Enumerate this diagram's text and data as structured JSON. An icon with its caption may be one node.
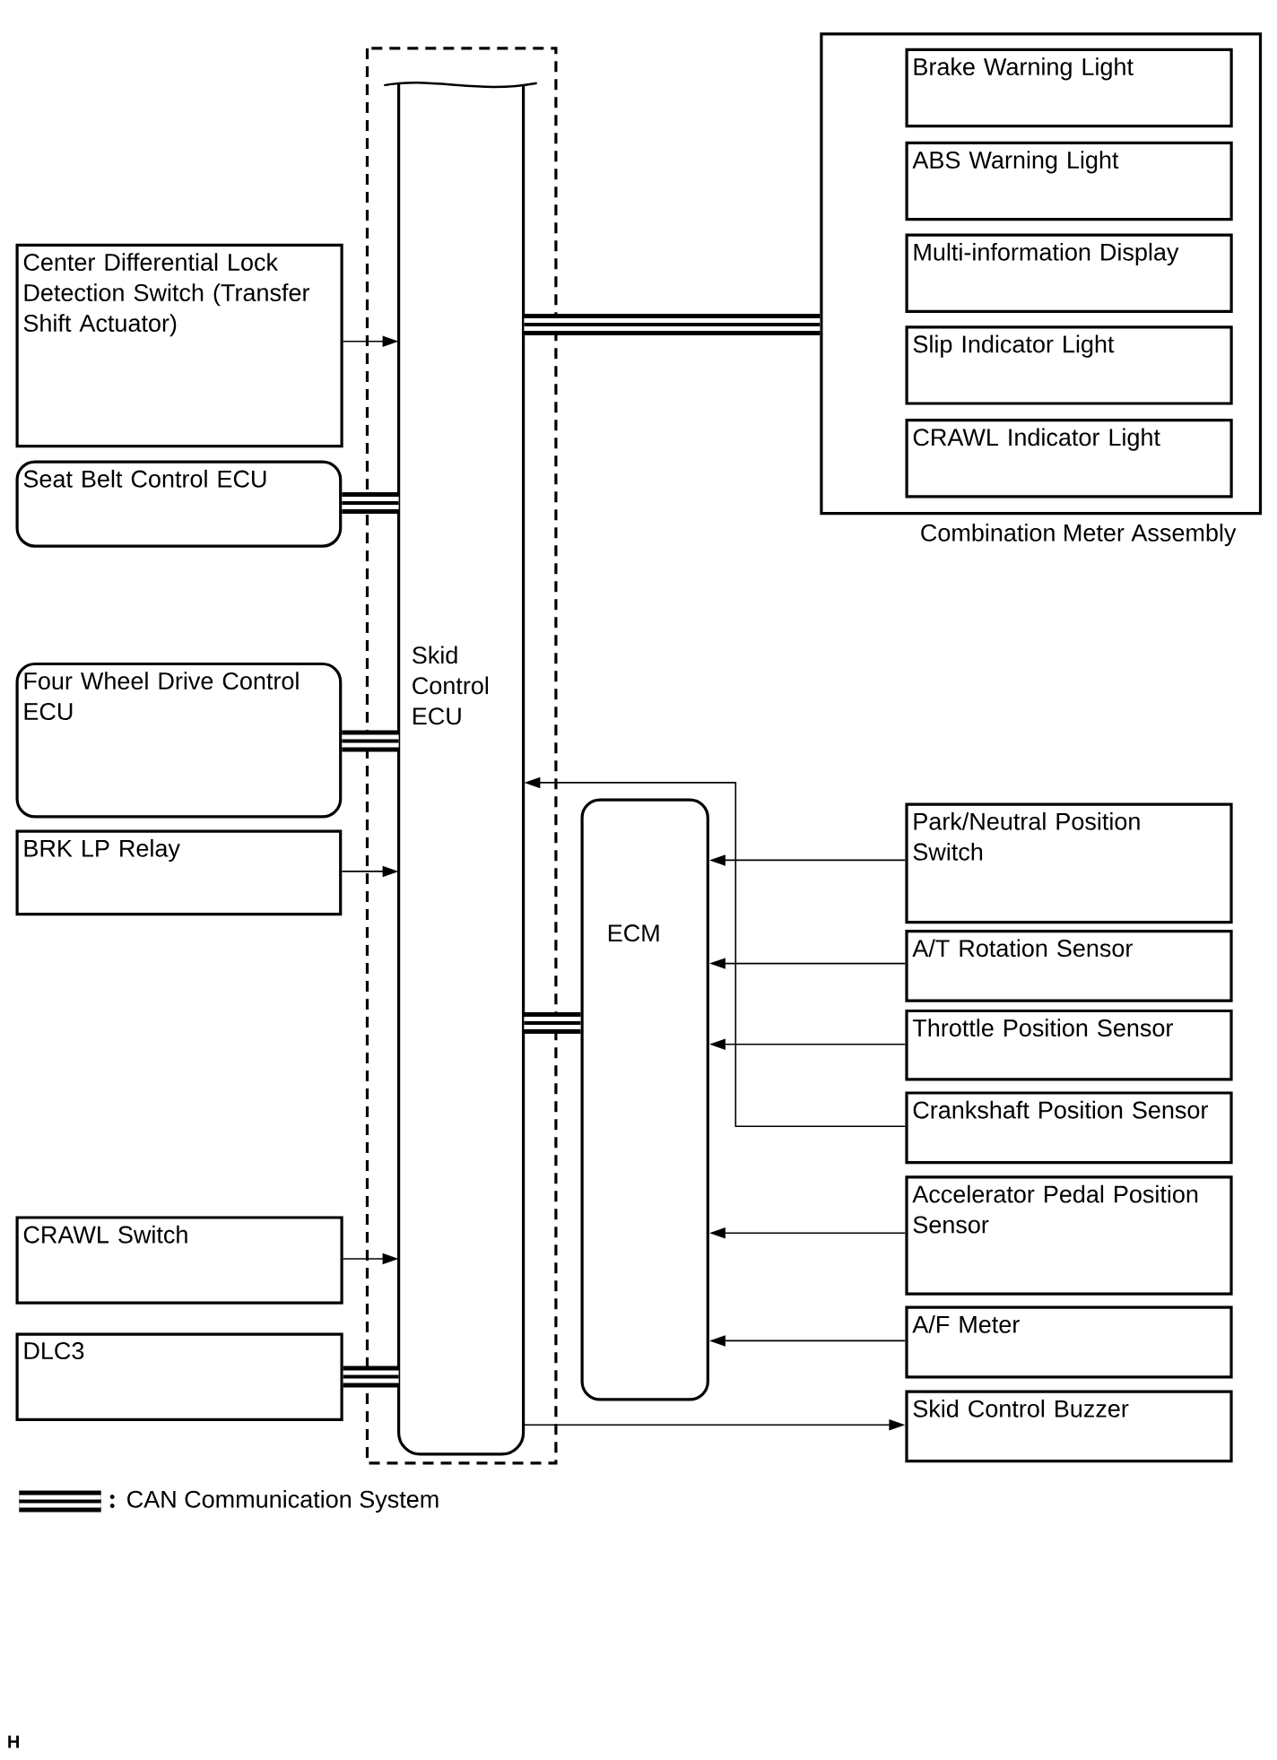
{
  "diagram": {
    "nodes": [
      {
        "text": [
          "Skid Control ECU"
        ]
      },
      {
        "text": [
          "Combination Meter Assembly"
        ]
      },
      {
        "text": [
          "Brake Warning Light"
        ],
        "in": 1
      },
      {
        "text": [
          "ABS Warning Light"
        ],
        "in": 1
      },
      {
        "text": [
          "Multi-information Display"
        ],
        "in": 1
      },
      {
        "text": [
          "Slip Indicator Light"
        ],
        "in": 1
      },
      {
        "text": [
          "CRAWL Indicator Light"
        ],
        "in": 1
      },
      {
        "text": [
          "Center Differential Lock Detection Switch (Transfer Shift Actuator)"
        ]
      },
      {
        "text": [
          "Seat Belt Control ECU"
        ]
      },
      {
        "text": [
          "Four Wheel Drive Control ECU"
        ]
      },
      {
        "text": [
          "BRK LP Relay"
        ]
      },
      {
        "text": [
          "CRAWL Switch"
        ]
      },
      {
        "text": [
          "DLC3"
        ]
      },
      {
        "text": [
          "ECM"
        ]
      },
      {
        "text": [
          "Park/Neutral Position Switch"
        ]
      },
      {
        "text": [
          "A/T Rotation Sensor"
        ]
      },
      {
        "text": [
          "Throttle Position Sensor"
        ]
      },
      {
        "text": [
          "Crankshaft Position Sensor"
        ]
      },
      {
        "text": [
          "Accelerator Pedal Position Sensor"
        ]
      },
      {
        "text": [
          "A/F Meter"
        ]
      },
      {
        "text": [
          "Skid Control Buzzer"
        ]
      }
    ],
    "edges": [
      {
        "from": 0,
        "to": 1,
        "arrow": "none",
        "style": "thick"
      },
      {
        "from": 7,
        "to": 0,
        "arrow": "to"
      },
      {
        "from": 8,
        "to": 0,
        "arrow": "none",
        "style": "thick"
      },
      {
        "from": 9,
        "to": 0,
        "arrow": "none",
        "style": "thick"
      },
      {
        "from": 10,
        "to": 0,
        "arrow": "to"
      },
      {
        "from": 11,
        "to": 0,
        "arrow": "to"
      },
      {
        "from": 12,
        "to": 0,
        "arrow": "none",
        "style": "thick"
      },
      {
        "from": 0,
        "to": 13,
        "arrow": "none",
        "style": "thick"
      },
      {
        "from": 14,
        "to": 13,
        "arrow": "to"
      },
      {
        "from": 15,
        "to": 13,
        "arrow": "to"
      },
      {
        "from": 16,
        "to": 13,
        "arrow": "to"
      },
      {
        "from": 17,
        "to": 0,
        "arrow": "to"
      },
      {
        "from": 18,
        "to": 13,
        "arrow": "to"
      },
      {
        "from": 19,
        "to": 13,
        "arrow": "to"
      },
      {
        "from": 0,
        "to": 20,
        "arrow": "to"
      }
    ],
    "labels": [
      "H"
    ],
    "legend": [
      {
        "text": "CAN Communication System"
      }
    ]
  }
}
